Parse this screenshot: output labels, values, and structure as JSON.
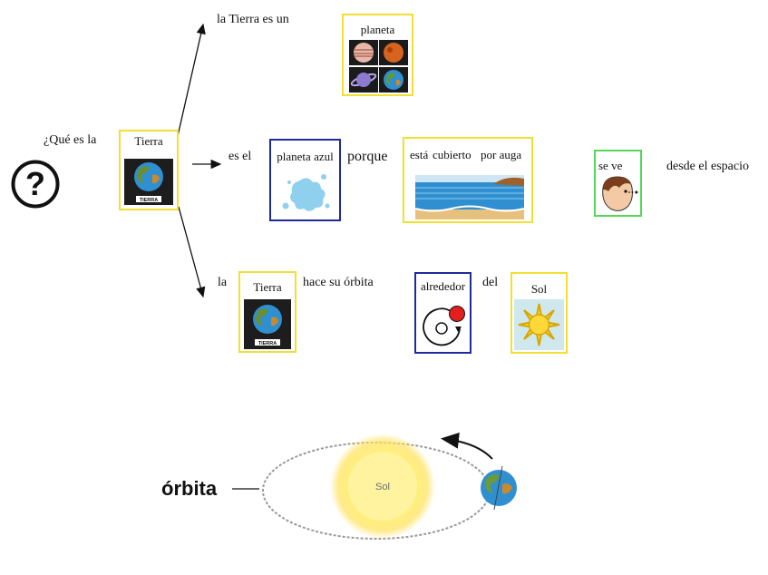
{
  "question": {
    "prefix": "¿Qué es la",
    "symbol": "?"
  },
  "center_card": {
    "title": "Tierra",
    "label": "TIERRA"
  },
  "row1": {
    "text": "la Tierra es un",
    "card_title": "planeta"
  },
  "row2": {
    "text_es_el": "es el",
    "card_planeta_azul": "planeta azul",
    "porque": "porque",
    "card_esta": "está",
    "card_cubierto": "cubierto",
    "card_por_auga": "por auga",
    "card_se_ve": "se ve",
    "text_desde": "desde el espacio"
  },
  "row3": {
    "text_la": "la",
    "card_tierra_title": "Tierra",
    "card_tierra_label": "TIERRA",
    "text_hace": "hace su órbita",
    "card_alrededor": "alrededor",
    "text_del": "del",
    "card_sol": "Sol"
  },
  "orbit_figure": {
    "label": "órbita",
    "sun_label": "Sol"
  },
  "colors": {
    "yellow_border": "#f1df34",
    "blue_border": "#1e2a9c",
    "green_border": "#54d85a",
    "sea_blue": "#2f8fd0",
    "sun_yellow": "#fff27a",
    "splash_blue": "#8fd0ef"
  }
}
